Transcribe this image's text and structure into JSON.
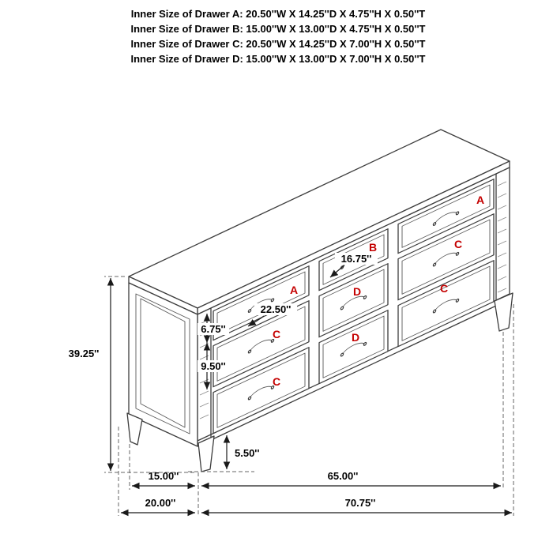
{
  "header": {
    "lines": [
      "Inner Size of Drawer A: 20.50''W X 14.25''D X 4.75''H X 0.50''T",
      "Inner Size of Drawer B: 15.00''W X 13.00''D X 4.75''H X 0.50''T",
      "Inner Size of Drawer C: 20.50''W X 14.25''D X 7.00''H X 0.50''T",
      "Inner Size of Drawer D: 15.00''W X 13.00''D X 7.00''H X 0.50''T"
    ]
  },
  "diagram": {
    "type": "dresser-dimension-diagram",
    "drawer_labels": {
      "top_left": "A",
      "top_center": "B",
      "top_right": "A",
      "left_middle": "C",
      "left_bottom": "C",
      "center_middle": "D",
      "center_bottom": "D",
      "right_middle": "C",
      "right_bottom": "C"
    },
    "dimensions": {
      "overall_height": "39.25''",
      "top_drawer_front_height": "6.75''",
      "lower_drawer_front_height": "9.50''",
      "wide_drawer_front_width": "22.50''",
      "narrow_drawer_front_width": "16.75''",
      "leg_height": "5.50''",
      "base_depth": "15.00''",
      "drawer_span_width": "65.00''",
      "overall_depth": "20.00''",
      "overall_width": "70.75''"
    },
    "colors": {
      "label_red": "#c40000",
      "line_dark": "#3d3d3d",
      "dimension_black": "#1a1a1a"
    }
  }
}
